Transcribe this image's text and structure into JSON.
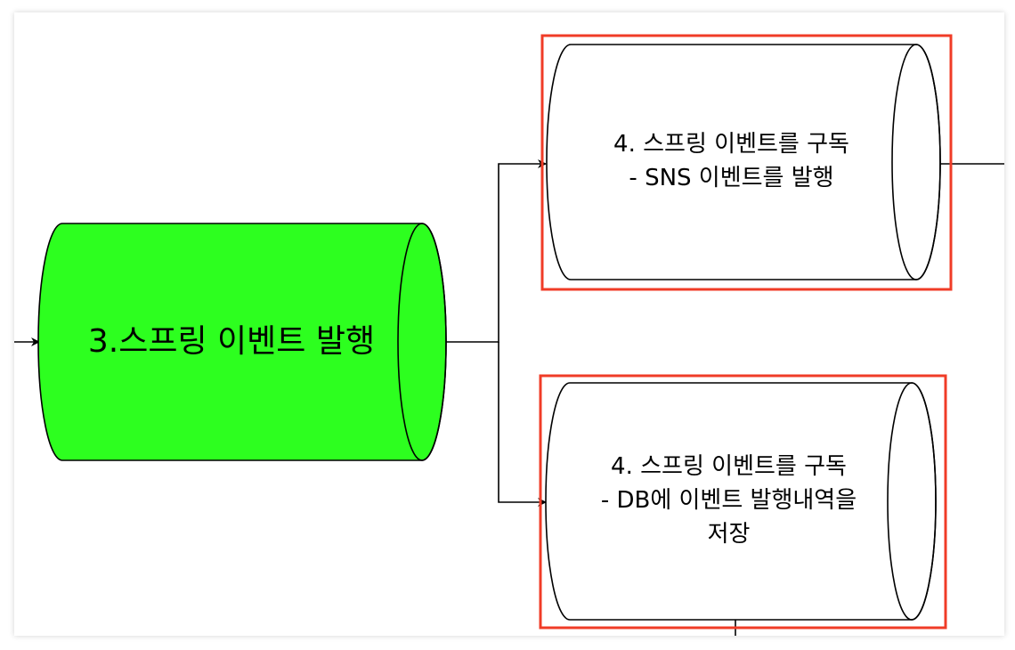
{
  "diagram": {
    "nodes": {
      "publish": {
        "lines": [
          "3.스프링 이벤트 발행"
        ],
        "fill": "#2dff1f"
      },
      "subscribe_sns": {
        "lines": [
          "4. 스프링 이벤트를 구독",
          "- SNS 이벤트를 발행"
        ],
        "fill": "#ffffff",
        "highlight_color": "#f03c27"
      },
      "subscribe_db": {
        "lines": [
          "4. 스프링 이벤트를 구독",
          "- DB에 이벤트 발행내역을",
          "저장"
        ],
        "fill": "#ffffff",
        "highlight_color": "#f03c27"
      }
    },
    "edges": [
      {
        "from": "external-left",
        "to": "publish",
        "arrow": true
      },
      {
        "from": "publish",
        "to": "subscribe_sns",
        "arrow": true
      },
      {
        "from": "publish",
        "to": "subscribe_db",
        "arrow": true
      },
      {
        "from": "subscribe_sns",
        "to": "external-right",
        "arrow": false
      },
      {
        "from": "subscribe_db",
        "to": "external-bottom",
        "arrow": false
      }
    ]
  }
}
